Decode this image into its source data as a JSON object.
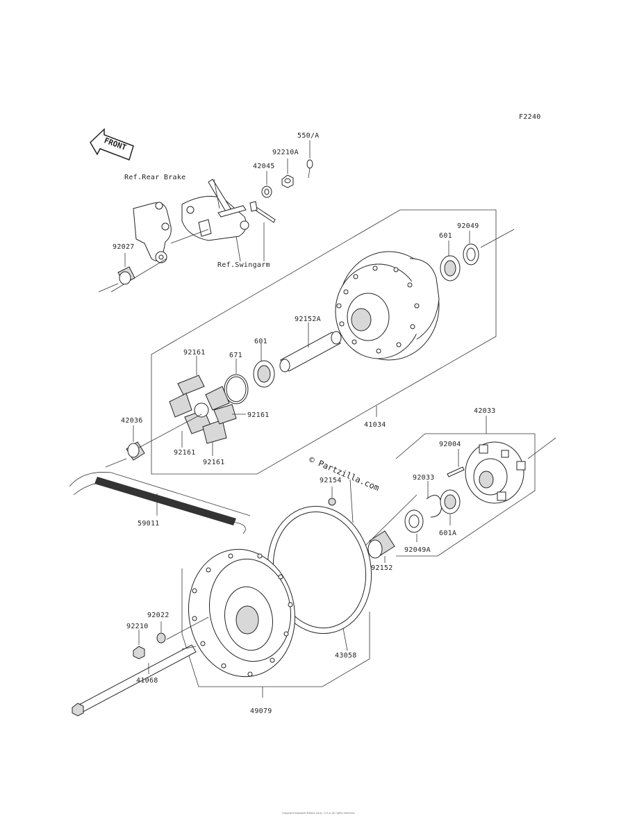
{
  "figure_code": "F2240",
  "front_arrow_text": "FRONT",
  "watermark": "© Partzilla.com",
  "references": {
    "rear_brake": "Ref.Rear Brake",
    "swingarm": "Ref.Swingarm"
  },
  "part_labels": {
    "p550A": "550/A",
    "p92210A": "92210A",
    "p42045": "42045",
    "p92049_top": "92049",
    "p601_top": "601",
    "p92027": "92027",
    "p92152A": "92152A",
    "p601_mid": "601",
    "p92161_top": "92161",
    "p671": "671",
    "p92161_right": "92161",
    "p92161_bl": "92161",
    "p92161_bottom": "92161",
    "p42036": "42036",
    "p41034": "41034",
    "p42033": "42033",
    "p92004": "92004",
    "p92033": "92033",
    "p92154": "92154",
    "p59011": "59011",
    "p601A": "601A",
    "p92049A": "92049A",
    "p92152": "92152",
    "p92022": "92022",
    "p92210": "92210",
    "p43058": "43058",
    "p41068": "41068",
    "p49079": "49079"
  },
  "footer_text": "Copyright Kawasaki Motors Corp., U.S.A. All rights reserved."
}
